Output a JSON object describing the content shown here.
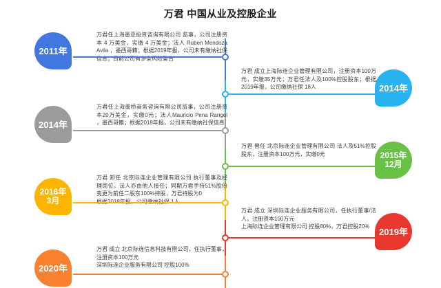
{
  "title": "万君 中国从业及控股企业",
  "events": [
    {
      "id": "2011",
      "side": "left",
      "year_line1": "2011年",
      "year_line2": "",
      "color": "#4377e0",
      "paragraphs": [
        "万君任上海墨亚投资咨询有限公司 监事，公司注册资本 4 万美金，实缴 4 万美金；法人 Ruben Mendoza Avila ，墨西哥籍；根据2019年报，公司未有缴纳社保信息；目前公司有多条风险警告",
        ""
      ]
    },
    {
      "id": "2014-right",
      "side": "right",
      "year_line1": "2014年",
      "year_line2": "",
      "color": "#29b2f0",
      "paragraphs": [
        "万君 成立上海际连企业管理有限公司，注册资本100万元，实缴35万元；万君任法人及100%控股股东；根据2019年报，公司缴纳社保 18人",
        ""
      ]
    },
    {
      "id": "2014-left",
      "side": "left",
      "year_line1": "2014年",
      "year_line2": "",
      "color": "#9b9b9b",
      "paragraphs": [
        "万君任上海墨桥商务咨询有限公司监事，公司注册资本20万美金，实缴0元；法人Mauricio Pena Rangel ，墨西哥籍；根据2018年报，公司未有缴纳社保信息",
        ""
      ]
    },
    {
      "id": "2015-12",
      "side": "right",
      "year_line1": "2015年",
      "year_line2": "12月",
      "color": "#68c044",
      "paragraphs": [
        "万君 曾任 北京际连企业管理有限公司 法人及51%控股股东，注册资本100万元，实缴0元",
        ""
      ]
    },
    {
      "id": "2016-03",
      "side": "left",
      "year_line1": "2016年",
      "year_line2": "3月",
      "color": "#fbb400",
      "paragraphs": [
        "万君 卸任 北京际连企业管理有限公司 执行董事及经理岗位，法人亦由他人接任；同期万君手持51%股份变更为前任二股东100%持股，万君持股为0",
        "根据2018年报，公司缴纳社保 1人"
      ]
    },
    {
      "id": "2019",
      "side": "right",
      "year_line1": "2019年",
      "year_line2": "",
      "color": "#e8382e",
      "paragraphs": [
        "万君 成立 深圳际连企业服务有限公司，任执行董事/法人，注册资本100万元",
        "上海际连企业管理有限公司 控股80%，万君控股20%"
      ]
    },
    {
      "id": "2020",
      "side": "left",
      "year_line1": "2020年",
      "year_line2": "",
      "color": "#f8812f",
      "paragraphs": [
        "万君 成立 北京际连信息科技有限公司，任执行董事，注册资本100万元",
        "深圳际连企业服务有限公司 控股100%"
      ]
    }
  ]
}
